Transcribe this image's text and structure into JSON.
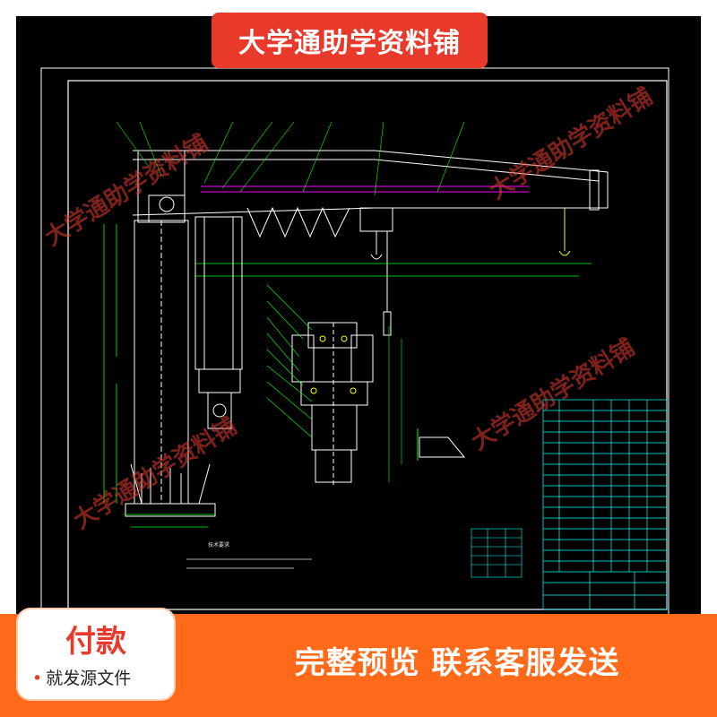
{
  "banner": {
    "text": "大学通助学资料铺"
  },
  "watermark": {
    "text": "大学通助学资料铺"
  },
  "payment_card": {
    "title": "付款",
    "note": "就发源文件"
  },
  "cta": {
    "text": "完整预览  联系客服发送"
  },
  "drawing": {
    "background_color": "#000000",
    "line_color": "#ffffff",
    "accent_line_color": "#ff00ff",
    "dimension_color": "#00ff00",
    "annotation_color": "#ffff00",
    "title_block_color": "#00ffff",
    "tech_req_title": "技术要求"
  }
}
